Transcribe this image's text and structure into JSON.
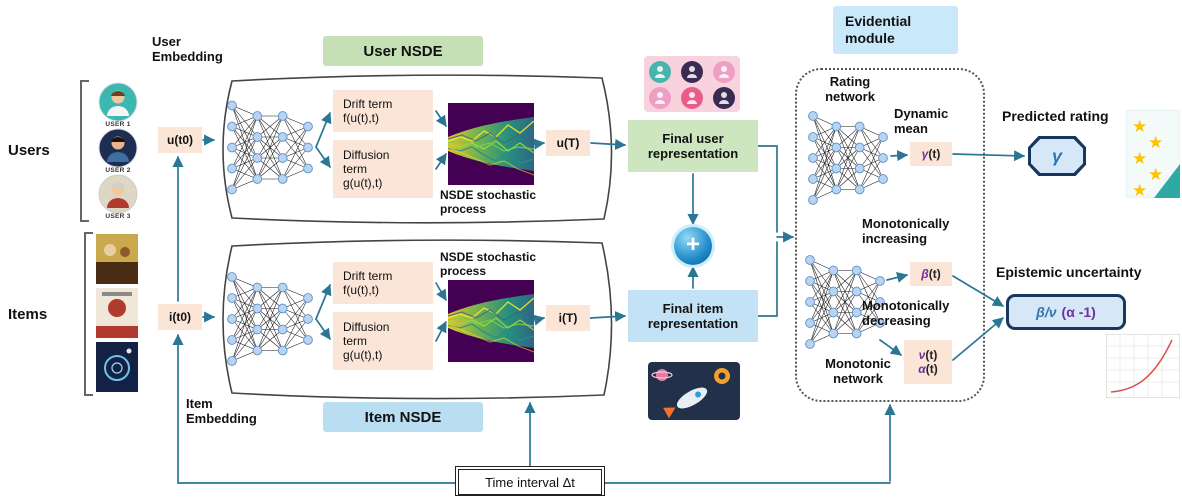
{
  "left": {
    "users_label": "Users",
    "items_label": "Items",
    "user_embedding": "User\nEmbedding",
    "item_embedding": "Item\nEmbedding",
    "avatars": [
      {
        "label": "USER 1"
      },
      {
        "label": "USER 2"
      },
      {
        "label": "USER 3"
      }
    ]
  },
  "states": {
    "u_t0": "u(t0)",
    "u_T": "u(T)",
    "i_t0": "i(t0)",
    "i_T": "i(T)"
  },
  "user_nsde": {
    "title": "User NSDE",
    "drift": "Drift term\nf(u(t),t)",
    "diffusion": "Diffusion\nterm\ng(u(t),t)",
    "caption": "NSDE stochastic\nprocess"
  },
  "item_nsde": {
    "title": "Item NSDE",
    "drift": "Drift term\nf(u(t),t)",
    "diffusion": "Diffusion\nterm\ng(u(t),t)",
    "caption": "NSDE stochastic\nprocess"
  },
  "fusion": {
    "final_user": "Final user\nrepresentation",
    "final_item": "Final item\nrepresentation",
    "plus": "+"
  },
  "evidential": {
    "title": "Evidential\nmodule",
    "rating_network": "Rating\nnetwork",
    "dynamic_mean": "Dynamic\nmean",
    "monotonic_network": "Monotonic\nnetwork",
    "mono_increasing": "Monotonically\nincreasing",
    "mono_decreasing": "Monotonically\ndecreasing",
    "gamma_t": {
      "sym": "γ",
      "arg": "(t)"
    },
    "beta_t": {
      "sym": "β",
      "arg": "(t)"
    },
    "nu_t": {
      "sym": "ν",
      "arg": "(t)"
    },
    "alpha_t": {
      "sym": "α",
      "arg": "(t)"
    }
  },
  "outputs": {
    "predicted_rating": "Predicted rating",
    "gamma_symbol": "γ",
    "epistemic_uncertainty": "Epistemic uncertainty",
    "formula_main": "β/ν",
    "formula_paren": "(α -1)"
  },
  "bottom": {
    "time_interval": "Time interval Δt"
  },
  "colors": {
    "arrow": "#2b7693",
    "peach_box": "#fbe5d6",
    "green": "#c5e0b4",
    "blue": "#b9def2",
    "evidential_header": "#c9e9fb",
    "badge_border": "#17375e",
    "badge_fill": "#d6e8f7",
    "symbol_blue": "#2e75b6",
    "symbol_purple": "#7030a0"
  }
}
